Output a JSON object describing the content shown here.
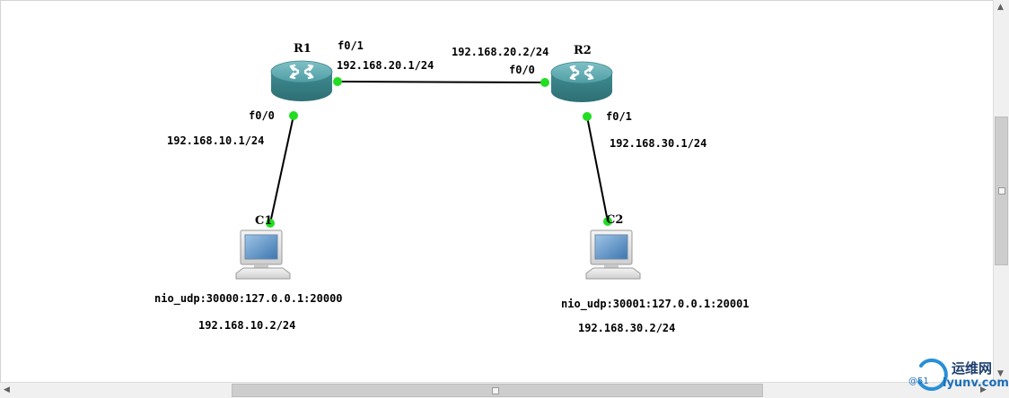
{
  "nodes": {
    "r1": {
      "name": "R1"
    },
    "r2": {
      "name": "R2"
    },
    "c1": {
      "name": "C1"
    },
    "c2": {
      "name": "C2"
    }
  },
  "interfaces": {
    "r1_f0_1": {
      "port": "f0/1",
      "ip": "192.168.20.1/24"
    },
    "r2_f0_0": {
      "port": "f0/0",
      "ip": "192.168.20.2/24"
    },
    "r1_f0_0": {
      "port": "f0/0",
      "ip": "192.168.10.1/24"
    },
    "r2_f0_1": {
      "port": "f0/1",
      "ip": "192.168.30.1/24"
    }
  },
  "hosts": {
    "c1": {
      "nio": "nio_udp:30000:127.0.0.1:20000",
      "ip": "192.168.10.2/24"
    },
    "c2": {
      "nio": "nio_udp:30001:127.0.0.1:20001",
      "ip": "192.168.30.2/24"
    }
  },
  "colors": {
    "port_dot": "#22dd22",
    "router": "#3e8f94",
    "link": "#000000"
  },
  "watermark": {
    "text": "运维网",
    "sub": "iyunv.com",
    "prefix": "@51"
  }
}
